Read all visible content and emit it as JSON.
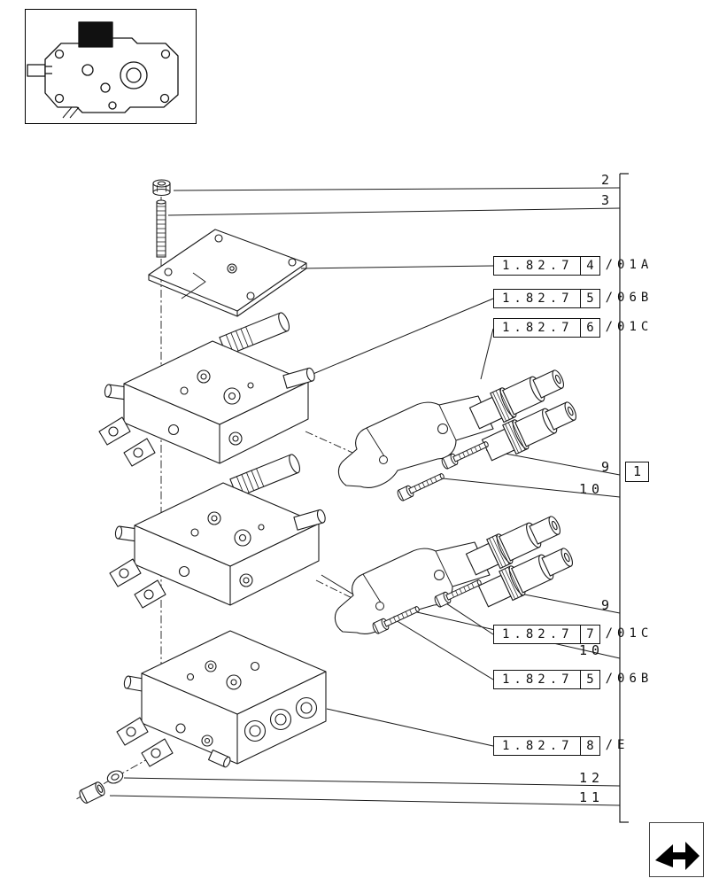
{
  "page": {
    "background": "#ffffff",
    "line_color": "#1a1a1a"
  },
  "detail_box": {
    "label": "1"
  },
  "callouts": [
    {
      "part": "nut",
      "label": "2"
    },
    {
      "part": "stud",
      "label": "3"
    },
    {
      "part": "screw-upper-coupler",
      "label": "9"
    },
    {
      "part": "long-screw-upper-coupler",
      "label": "10"
    },
    {
      "part": "screw-lower-coupler",
      "label": "9"
    },
    {
      "part": "long-screw-lower-coupler",
      "label": "10"
    },
    {
      "part": "washer",
      "label": "12"
    },
    {
      "part": "plug",
      "label": "11"
    }
  ],
  "section_refs": [
    {
      "part": "cover-plate",
      "section": "1.82.7",
      "sheet": "4",
      "variant": "/01A"
    },
    {
      "part": "control-valve-upper",
      "section": "1.82.7",
      "sheet": "5",
      "variant": "/06B"
    },
    {
      "part": "coupler-assembly-upper",
      "section": "1.82.7",
      "sheet": "6",
      "variant": "/01C"
    },
    {
      "part": "coupler-assembly-lower",
      "section": "1.82.7",
      "sheet": "7",
      "variant": "/01C"
    },
    {
      "part": "control-valve-middle",
      "section": "1.82.7",
      "sheet": "5",
      "variant": "/06B"
    },
    {
      "part": "valve-body-bottom",
      "section": "1.82.7",
      "sheet": "8",
      "variant": "/E"
    }
  ]
}
